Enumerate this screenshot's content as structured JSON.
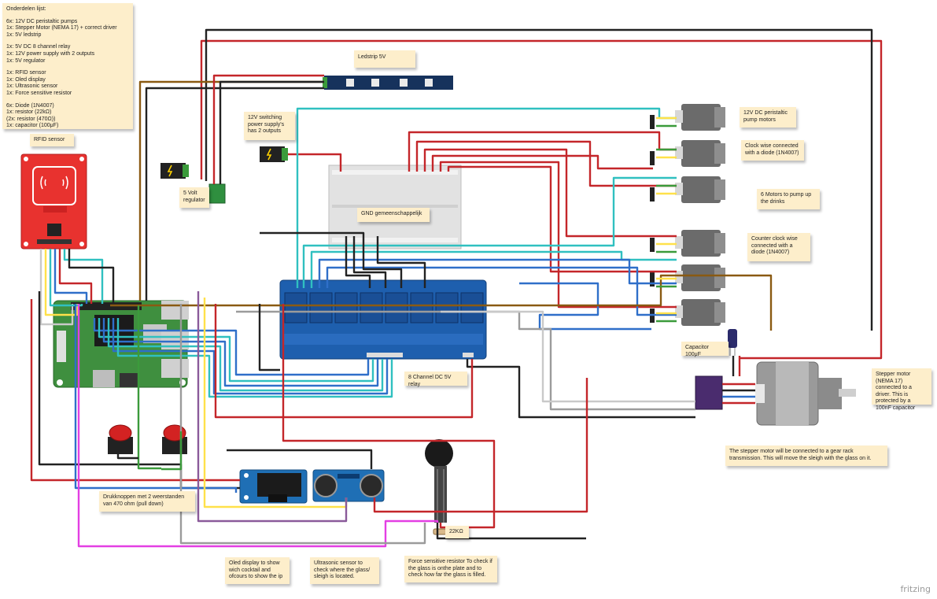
{
  "parts_list": {
    "title": "Onderdelen lijst:",
    "groups": [
      [
        "6x: 12V DC peristaltic pumps",
        "1x: Stepper Motor (NEMA 17) + correct driver",
        "1x: 5V ledstrip"
      ],
      [
        "1x: 5V DC 8 channel relay",
        "1x: 12V power supply with 2 outputs",
        "1x: 5V regulator"
      ],
      [
        "1x: RFID sensor",
        "1x: Oled display",
        "1x: Ultrasonic sensor",
        "1x: Force sensitive resistor"
      ],
      [
        "6x: Diode (1N4007)",
        "1x: resistor (22kΩ)",
        "(2x: resistor (470Ω))",
        "1x: capacitor (100μF)"
      ]
    ]
  },
  "notes": {
    "rfid": "RFID sensor",
    "ledstrip": "Ledstrip 5V",
    "psu": "12V switching power supply's has 2 outputs",
    "regulator": "5 Volt regulator",
    "gnd": "GND gemeenschappelijk",
    "pump_motors": "12V DC peristaltic pump motors",
    "clockwise": "Clock wise connected with a diode (1N4007)",
    "six_motors": "6 Motors to pump up the drinks",
    "counter_clockwise": "Counter clock wise connected with a diode (1N4007)",
    "capacitor": "Capacitor 100μF",
    "stepper": "Stepper motor (NEMA 17) connected to a driver. This is protected by a 100nF capacitor",
    "relay": "8 Channel DC 5V relay",
    "gear_rack": "The stepper motor will be connected to a gear rack transmission. This will move the sleigh with the glass on it.",
    "buttons": "Drukknoppen met 2 weerstanden van 470 ohm (pull down)",
    "resistor_22k": "22KΩ",
    "oled": "Oled display to show wich cocktail and ofcours to show the ip",
    "ultrasonic": "Ultrasonic sensor to check where the glass/ sleigh is located.",
    "fsr": "Force sensitive resistor To check if the glass is onthe plate and to check how far the glass is filled."
  },
  "brand": "fritzing"
}
